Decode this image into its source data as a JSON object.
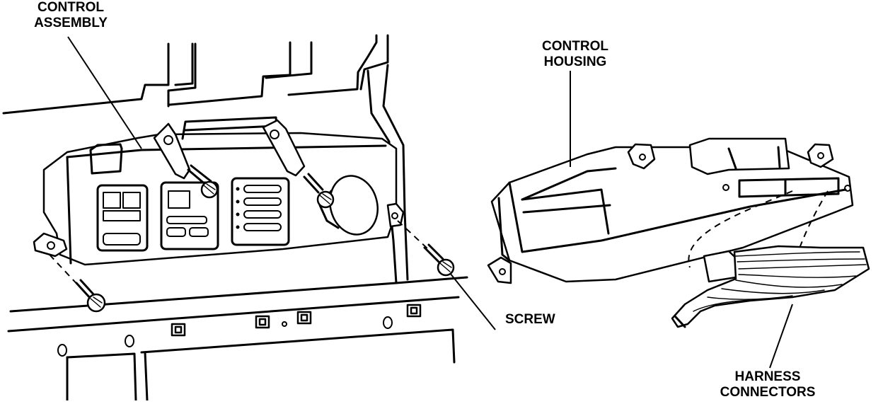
{
  "labels": {
    "control_assembly_line1": "CONTROL",
    "control_assembly_line2": "ASSEMBLY",
    "control_housing_line1": "CONTROL",
    "control_housing_line2": "HOUSING",
    "screw": "SCREW",
    "harness_connectors_line1": "HARNESS",
    "harness_connectors_line2": "CONNECTORS"
  }
}
